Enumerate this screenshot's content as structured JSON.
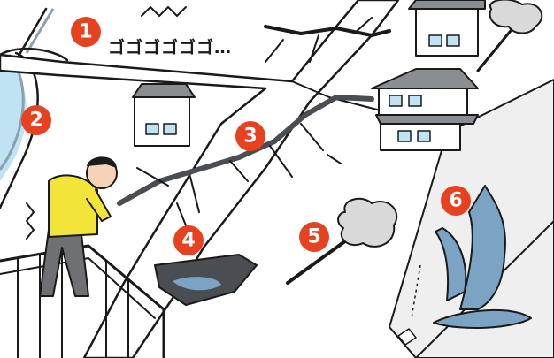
{
  "scene": {
    "colors": {
      "badge": "#e8411f",
      "badge_text": "#ffffff",
      "ink": "#1a1a1a",
      "road": "#ffffff",
      "ground": "#efefef",
      "crack": "#4a4d52",
      "river": "#bfe3f2",
      "water": "#7aa3c4",
      "shirt": "#f3e43a",
      "pants": "#6e7074",
      "roof": "#8a8d92",
      "tree": "#d9d9d9"
    },
    "sound_text": "ゴゴゴゴゴゴ…",
    "badges": [
      {
        "number": "1",
        "meaning": "rumbling-sound"
      },
      {
        "number": "2",
        "meaning": "river"
      },
      {
        "number": "3",
        "meaning": "road-cracks"
      },
      {
        "number": "4",
        "meaning": "sinkhole"
      },
      {
        "number": "5",
        "meaning": "fallen-tree"
      },
      {
        "number": "6",
        "meaning": "spring-water-from-slope"
      }
    ]
  }
}
